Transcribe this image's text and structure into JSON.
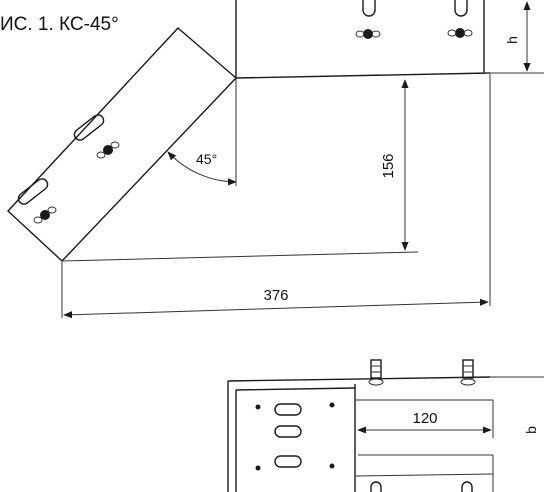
{
  "figure": {
    "title": "ИС. 1. КС-45°",
    "angle_label": "45°",
    "dim_156": "156",
    "dim_376": "376",
    "dim_h": "h",
    "dim_120": "120",
    "dim_b": "b"
  }
}
